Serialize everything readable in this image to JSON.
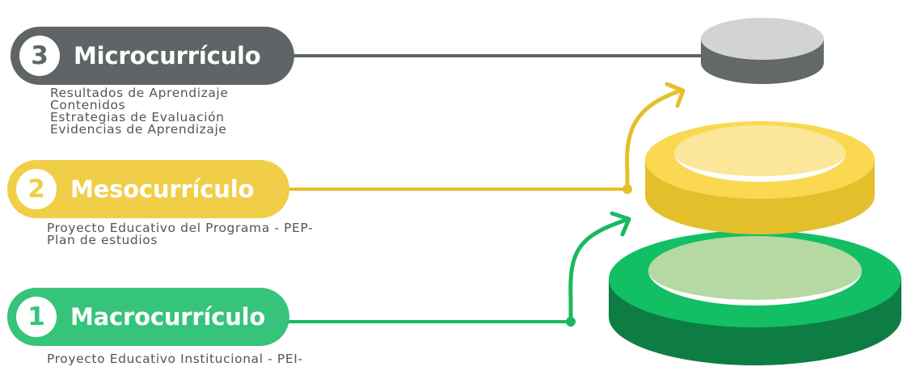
{
  "colors": {
    "micro": "#5f6566",
    "meso": "#f0ce47",
    "meso_connector": "#e4bf2c",
    "macro": "#35c47a",
    "macro_connector": "#1ab862",
    "desc_text": "#555555"
  },
  "levels": [
    {
      "number": "3",
      "title": "Microcurrículo",
      "items": [
        "Resultados de Aprendizaje",
        "Contenidos",
        "Estrategias de Evaluación",
        "Evidencias de Aprendizaje"
      ]
    },
    {
      "number": "2",
      "title": "Mesocurrículo",
      "items": [
        "Proyecto Educativo del Programa - PEP-",
        "Plan de estudios"
      ]
    },
    {
      "number": "1",
      "title": "Macrocurrículo",
      "items": [
        "Proyecto Educativo Institucional - PEI-"
      ]
    }
  ],
  "graphic": {
    "top_disk_icon": "gray-disk-icon",
    "middle_ring_icon": "yellow-ring-icon",
    "bottom_ring_icon": "green-ring-icon",
    "arrow_icon": "curved-arrow-icon"
  }
}
